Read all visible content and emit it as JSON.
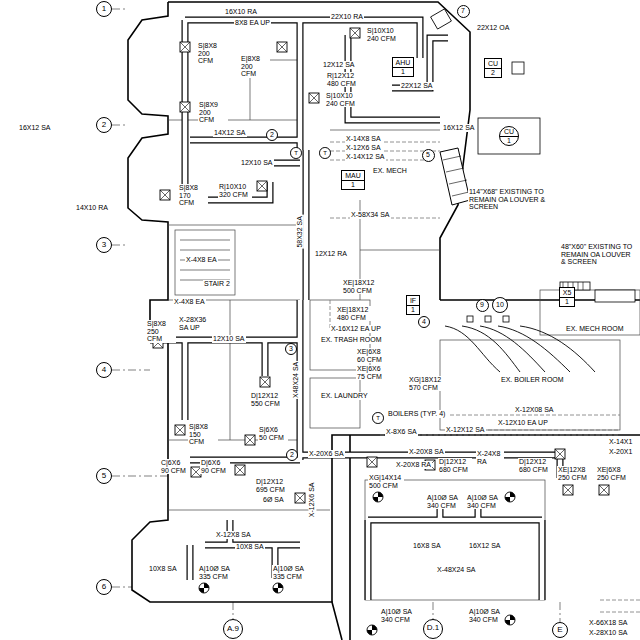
{
  "diagram": {
    "nodes": [
      {
        "text": [
          "1"
        ]
      },
      {
        "text": [
          "2"
        ]
      },
      {
        "text": [
          "3"
        ]
      },
      {
        "text": [
          "4"
        ]
      },
      {
        "text": [
          "5"
        ]
      },
      {
        "text": [
          "6"
        ]
      },
      {
        "text": [
          "A.9"
        ]
      },
      {
        "text": [
          "D.1"
        ]
      },
      {
        "text": [
          "E"
        ]
      },
      {
        "text": [
          "7"
        ]
      },
      {
        "text": [
          "CU",
          "2"
        ]
      },
      {
        "text": [
          "CU",
          "1"
        ]
      },
      {
        "text": [
          "AHU",
          "1"
        ]
      },
      {
        "text": [
          "MAU",
          "1"
        ]
      },
      {
        "text": [
          "5"
        ]
      },
      {
        "text": [
          "2"
        ]
      },
      {
        "text": [
          "IF",
          "1"
        ]
      },
      {
        "text": [
          "4"
        ]
      },
      {
        "text": [
          "9"
        ]
      },
      {
        "text": [
          "10"
        ]
      },
      {
        "text": [
          "X5",
          "1"
        ]
      },
      {
        "text": [
          "3"
        ]
      },
      {
        "text": [
          "2"
        ]
      },
      {
        "text": [
          "T"
        ]
      },
      {
        "text": [
          "T"
        ]
      },
      {
        "text": [
          "T"
        ]
      }
    ],
    "labels": [
      "16X10 RA",
      "8X8 EA UP",
      "S|8X8 200 CFM",
      "E|8X8 200 CFM",
      "22X10 RA",
      "S|10X10 240 CFM",
      "22X12 OA",
      "12X12 SA",
      "R|12X12 480 CFM",
      "22X12 SA",
      "S|10X10 240 CFM",
      "S|8X9 200 CFM",
      "16X12 SA",
      "14X12 SA",
      "16X12 SA",
      "X-14X8 SA",
      "X-12X6 SA",
      "X-14X12 SA",
      "12X10 SA",
      "EX. MECH",
      "S|8X8 170 CFM",
      "R|10X10 320 CFM",
      "114\"X68\" EXISTING TO REMAIN OA LOUVER & SCREEN",
      "14X10 RA",
      "X-58X34 SA",
      "58X32 SA",
      "12X12 RA",
      "48\"X60\" EXISTING TO REMAIN OA LOUVER & SCREEN",
      "X-4X8 EA",
      "STAIR 2",
      "X-4X8 EA",
      "XE|18X12 500 CFM",
      "XE|18X12 480 CFM",
      "X-28X36 SA UP",
      "S|8X8 250 CFM",
      "X-16X12 EA UP",
      "EX. MECH ROOM",
      "12X10 SA",
      "EX. TRASH ROOM",
      "XE|6X8 60 CFM",
      "XE|6X6 75 CFM",
      "X48X24 SA",
      "XG|18X12 570 CFM",
      "EX. BOILER ROOM",
      "D|12X12 550 CFM",
      "EX. LAUNDRY",
      "X-12X08 SA",
      "BOILERS (TYP. 4)",
      "S|8X8 150 CFM",
      "S|6X6 50 CFM",
      "X-12X10 EA UP",
      "X-12X12 SA",
      "X-8X6 SA",
      "X-14X1",
      "X-20X1",
      "X-20X6 SA",
      "X-20X8 SA",
      "C|6X6 90 CFM",
      "D|6X6 90 CFM",
      "X-20X8 RA",
      "D|12X12 680 CFM",
      "X-24X8 RA",
      "D|12X12 680 CFM",
      "XE|12X8 250 CFM",
      "XE|6X8 250 CFM",
      "XG|14X14 500 CFM",
      "D|12X12 695 CFM",
      "6Ø SA",
      "X-12X6 SA",
      "A|10Ø SA 340 CFM",
      "A|10Ø SA 340 CFM",
      "X-12X8 SA",
      "10X8 SA",
      "16X8 SA",
      "16X12 SA",
      "10X8 SA",
      "A|10Ø SA 335 CFM",
      "A|10Ø SA 335 CFM",
      "X-48X24 SA",
      "A|10Ø SA 340 CFM",
      "A|10Ø SA 340 CFM",
      "X-66X18 SA",
      "X-28X10 SA"
    ]
  }
}
